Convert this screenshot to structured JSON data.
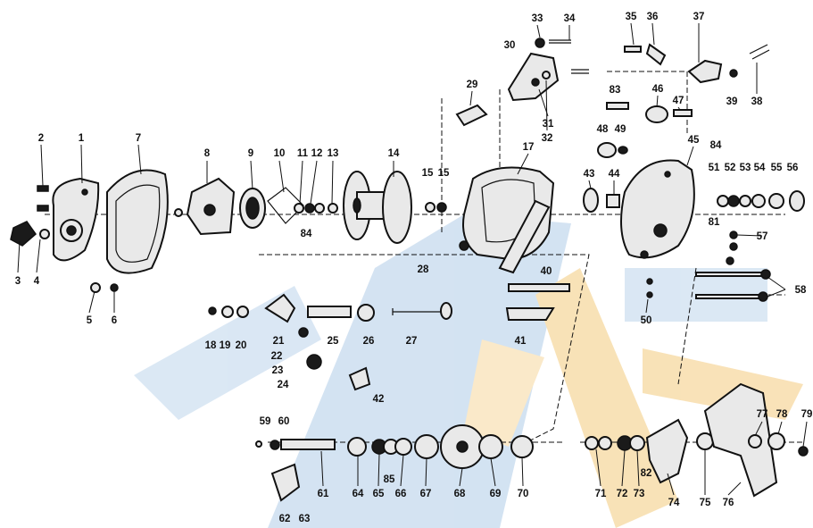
{
  "diagram": {
    "labels": [
      "1",
      "2",
      "3",
      "4",
      "5",
      "6",
      "7",
      "8",
      "9",
      "10",
      "11",
      "12",
      "13",
      "14",
      "15",
      "15",
      "17",
      "18",
      "19",
      "20",
      "21",
      "22",
      "23",
      "24",
      "25",
      "26",
      "27",
      "28",
      "29",
      "30",
      "31",
      "32",
      "33",
      "34",
      "35",
      "36",
      "37",
      "38",
      "39",
      "40",
      "41",
      "42",
      "43",
      "44",
      "45",
      "46",
      "47",
      "48",
      "49",
      "50",
      "51",
      "52",
      "53",
      "54",
      "55",
      "56",
      "57",
      "58",
      "59",
      "60",
      "61",
      "62",
      "63",
      "64",
      "65",
      "66",
      "67",
      "68",
      "69",
      "70",
      "71",
      "72",
      "73",
      "74",
      "75",
      "76",
      "77",
      "78",
      "79",
      "81",
      "82",
      "83",
      "84",
      "84",
      "85"
    ]
  },
  "colors": {
    "ink": "#111111",
    "watermark_blue": "#cfe0f1",
    "watermark_orange": "#f8dfb0"
  }
}
